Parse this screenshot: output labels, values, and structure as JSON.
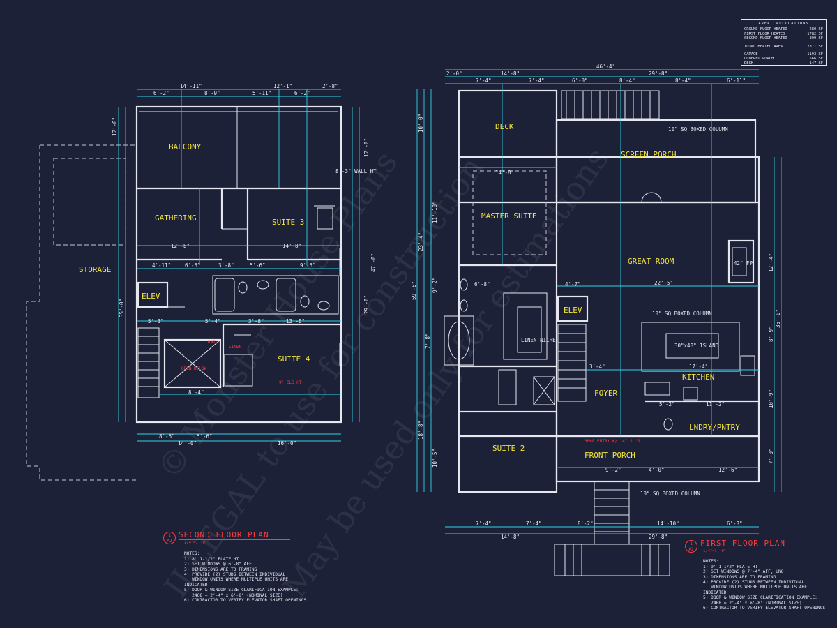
{
  "area_calculations": {
    "title": "AREA CALCULATIONS",
    "rows": [
      {
        "label": "GROUND FLOOR HEATED",
        "value": "280 SF"
      },
      {
        "label": "FIRST FLOOR HEATED",
        "value": "1782 SF"
      },
      {
        "label": "SECOND FLOOR HEATED",
        "value": "809 SF"
      },
      {
        "label": "TOTAL HEATED AREA",
        "value": "2871 SF"
      },
      {
        "label": "GARAGE",
        "value": "1193 SF"
      },
      {
        "label": "COVERED PORCH",
        "value": "566 SF"
      },
      {
        "label": "DECK",
        "value": "147 SF"
      }
    ]
  },
  "second_floor": {
    "title": "SECOND FLOOR PLAN",
    "scale": "1/4\"=1'-0\"",
    "badge_top": "1",
    "badge_bottom": "A2",
    "rooms": {
      "balcony": "BALCONY",
      "gathering": "GATHERING",
      "suite3": "SUITE 3",
      "storage": "STORAGE",
      "elev": "ELEV",
      "suite4": "SUITE 4"
    },
    "notes": [
      "NOTES:",
      "1) 8' 1-1/2\" PLATE HT",
      "2) SET WINDOWS @ 6'-8\" AFF",
      "3) DIMENSIONS ARE TO FRAMING",
      "4) PROVIDE (2) STUDS BETWEEN INDIVIDUAL",
      "   WINDOW UNITS WHERE MULTIPLE UNITS ARE",
      "INDICATED",
      "5) DOOR & WINDOW SIZE CLARIFICATION EXAMPLE:",
      "   2468 = 2'-4\" x 6'-8\" (NOMINAL SIZE)",
      "6) CONTRACTOR TO VERIFY ELEVATOR SHAFT OPENINGS"
    ],
    "dims_top": [
      "6'-2\"",
      "14'-11\"",
      "8'-9\"",
      "5'-11\"",
      "12'-1\"",
      "6'-2\"",
      "2'-8\""
    ],
    "dims_left": [
      "12'-0\"",
      "35'-0\""
    ],
    "dims_bottom": [
      "8'-6\"",
      "5'-6\"",
      "14'-0\"",
      "16'-0\""
    ],
    "dims_right": [
      "12'-0\"",
      "47'-0\"",
      "29'-0\""
    ],
    "interior_dims": [
      "12'-8\"",
      "6'-5\"",
      "14'-8\"",
      "9'-6\"",
      "13'-8\"",
      "8'-4\"",
      "4'-11\"",
      "3'-8\"",
      "5'-6\"",
      "3'-8\"",
      "5'-3\"",
      "5'-4\""
    ],
    "labels": {
      "wall_ht": "8'-3\" WALL HT",
      "open_below": "OPEN BELOW",
      "linen": "LINEN",
      "rail": "RAIL",
      "ceil": "9' CLG HT"
    }
  },
  "first_floor": {
    "title": "FIRST FLOOR PLAN",
    "scale": "1/4\"=1'-0\"",
    "badge_top": "1",
    "badge_bottom": "A2",
    "rooms": {
      "deck": "DECK",
      "screen_porch": "SCREEN PORCH",
      "master_suite": "MASTER SUITE",
      "great_room": "GREAT ROOM",
      "elev": "ELEV",
      "kitchen": "KITCHEN",
      "foyer": "FOYER",
      "lndry": "LNDRY/PNTRY",
      "suite2": "SUITE 2",
      "front_porch": "FRONT PORCH"
    },
    "notes": [
      "NOTES:",
      "1) 9'-1-1/2\" PLATE HT",
      "2) SET WINDOWS @ 7'-4\" AFF, UNO",
      "3) DIMENSIONS ARE TO FRAMING",
      "4) PROVIDE (2) STUDS BETWEEN INDIVIDUAL",
      "   WINDOW UNITS WHERE MULTIPLE UNITS ARE",
      "INDICATED",
      "5) DOOR & WINDOW SIZE CLARIFICATION EXAMPLE:",
      "   2468 = 2'-4\" x 6'-8\" (NOMINAL SIZE)",
      "6) CONTRACTOR TO VERIFY ELEVATOR SHAFT OPENINGS"
    ],
    "dims_top_overall": "46'-4\"",
    "dims_top_sub": [
      "2'-0\"",
      "14'-8\"",
      "29'-8\""
    ],
    "dims_top_detail": [
      "7'-4\"",
      "7'-4\"",
      "6'-0\"",
      "8'-4\"",
      "8'-4\"",
      "6'-11\""
    ],
    "dims_bottom": [
      "7'-4\"",
      "7'-4\"",
      "8'-2\"",
      "14'-10\"",
      "6'-8\""
    ],
    "dims_bottom_sub": [
      "14'-8\"",
      "29'-8\""
    ],
    "dims_left_overall": "59'-8\"",
    "dims_left": [
      "10'-0\"",
      "11'-10\"",
      "23'-4\"",
      "9'-2\"",
      "7'-8\"",
      "18'-8\"",
      "10'-5\""
    ],
    "dims_right": [
      "35'-0\"",
      "12'-4\"",
      "8'-9\"",
      "10'-9\"",
      "7'-0\""
    ],
    "interior_dims": [
      "14'-8\"",
      "22'-5\"",
      "17'-4\"",
      "11'-2\"",
      "9'-2\"",
      "4'-0\"",
      "12'-6\"",
      "6'-8\"",
      "3'-4\"",
      "5'-2\"",
      "4'-7\""
    ],
    "labels": {
      "col1": "10\" SQ BOXED COLUMN",
      "col2": "10\" SQ BOXED COLUMN",
      "col3": "10\" SQ BOXED COLUMN",
      "linen_niche": "LINEN NICHE",
      "island": "30\"x48\" ISLAND",
      "fp": "42\" FP",
      "entry": "3068 ENTRY W/ 14\" SL'S"
    }
  },
  "watermarks": [
    "© Monster House Plans",
    "ILLEGAL to use for construction",
    "May be used only for estimations"
  ]
}
